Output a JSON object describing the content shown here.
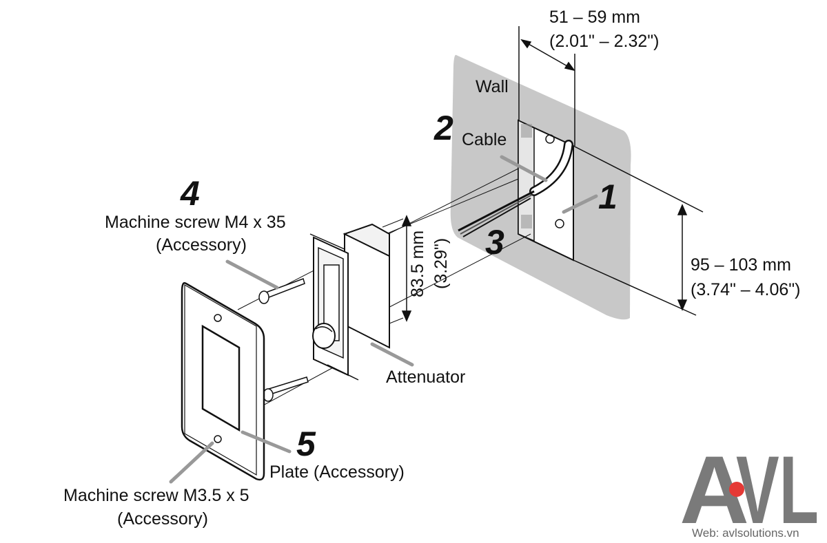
{
  "labels": {
    "wall": "Wall",
    "cable": "Cable",
    "attenuator": "Attenuator",
    "screw_m4": "Machine screw M4 x 35",
    "screw_m4_note": "(Accessory)",
    "plate": "Plate (Accessory)",
    "screw_m35": "Machine screw M3.5 x 5",
    "screw_m35_note": "(Accessory)"
  },
  "callouts": [
    "1",
    "2",
    "3",
    "4",
    "5"
  ],
  "dimensions": {
    "depth_mm": "51 – 59 mm",
    "depth_in": "(2.01\" – 2.32\")",
    "height_mm": "95 – 103 mm",
    "height_in": "(3.74\" – 4.06\")",
    "pitch_mm": "83.5 mm",
    "pitch_in": "(3.29\")"
  },
  "brand": {
    "logo_a": "A",
    "logo_vl": "VL",
    "website": "Web: avlsolutions.vn",
    "logo_color": "#7a7a7a",
    "dot_color": "#e53935"
  }
}
